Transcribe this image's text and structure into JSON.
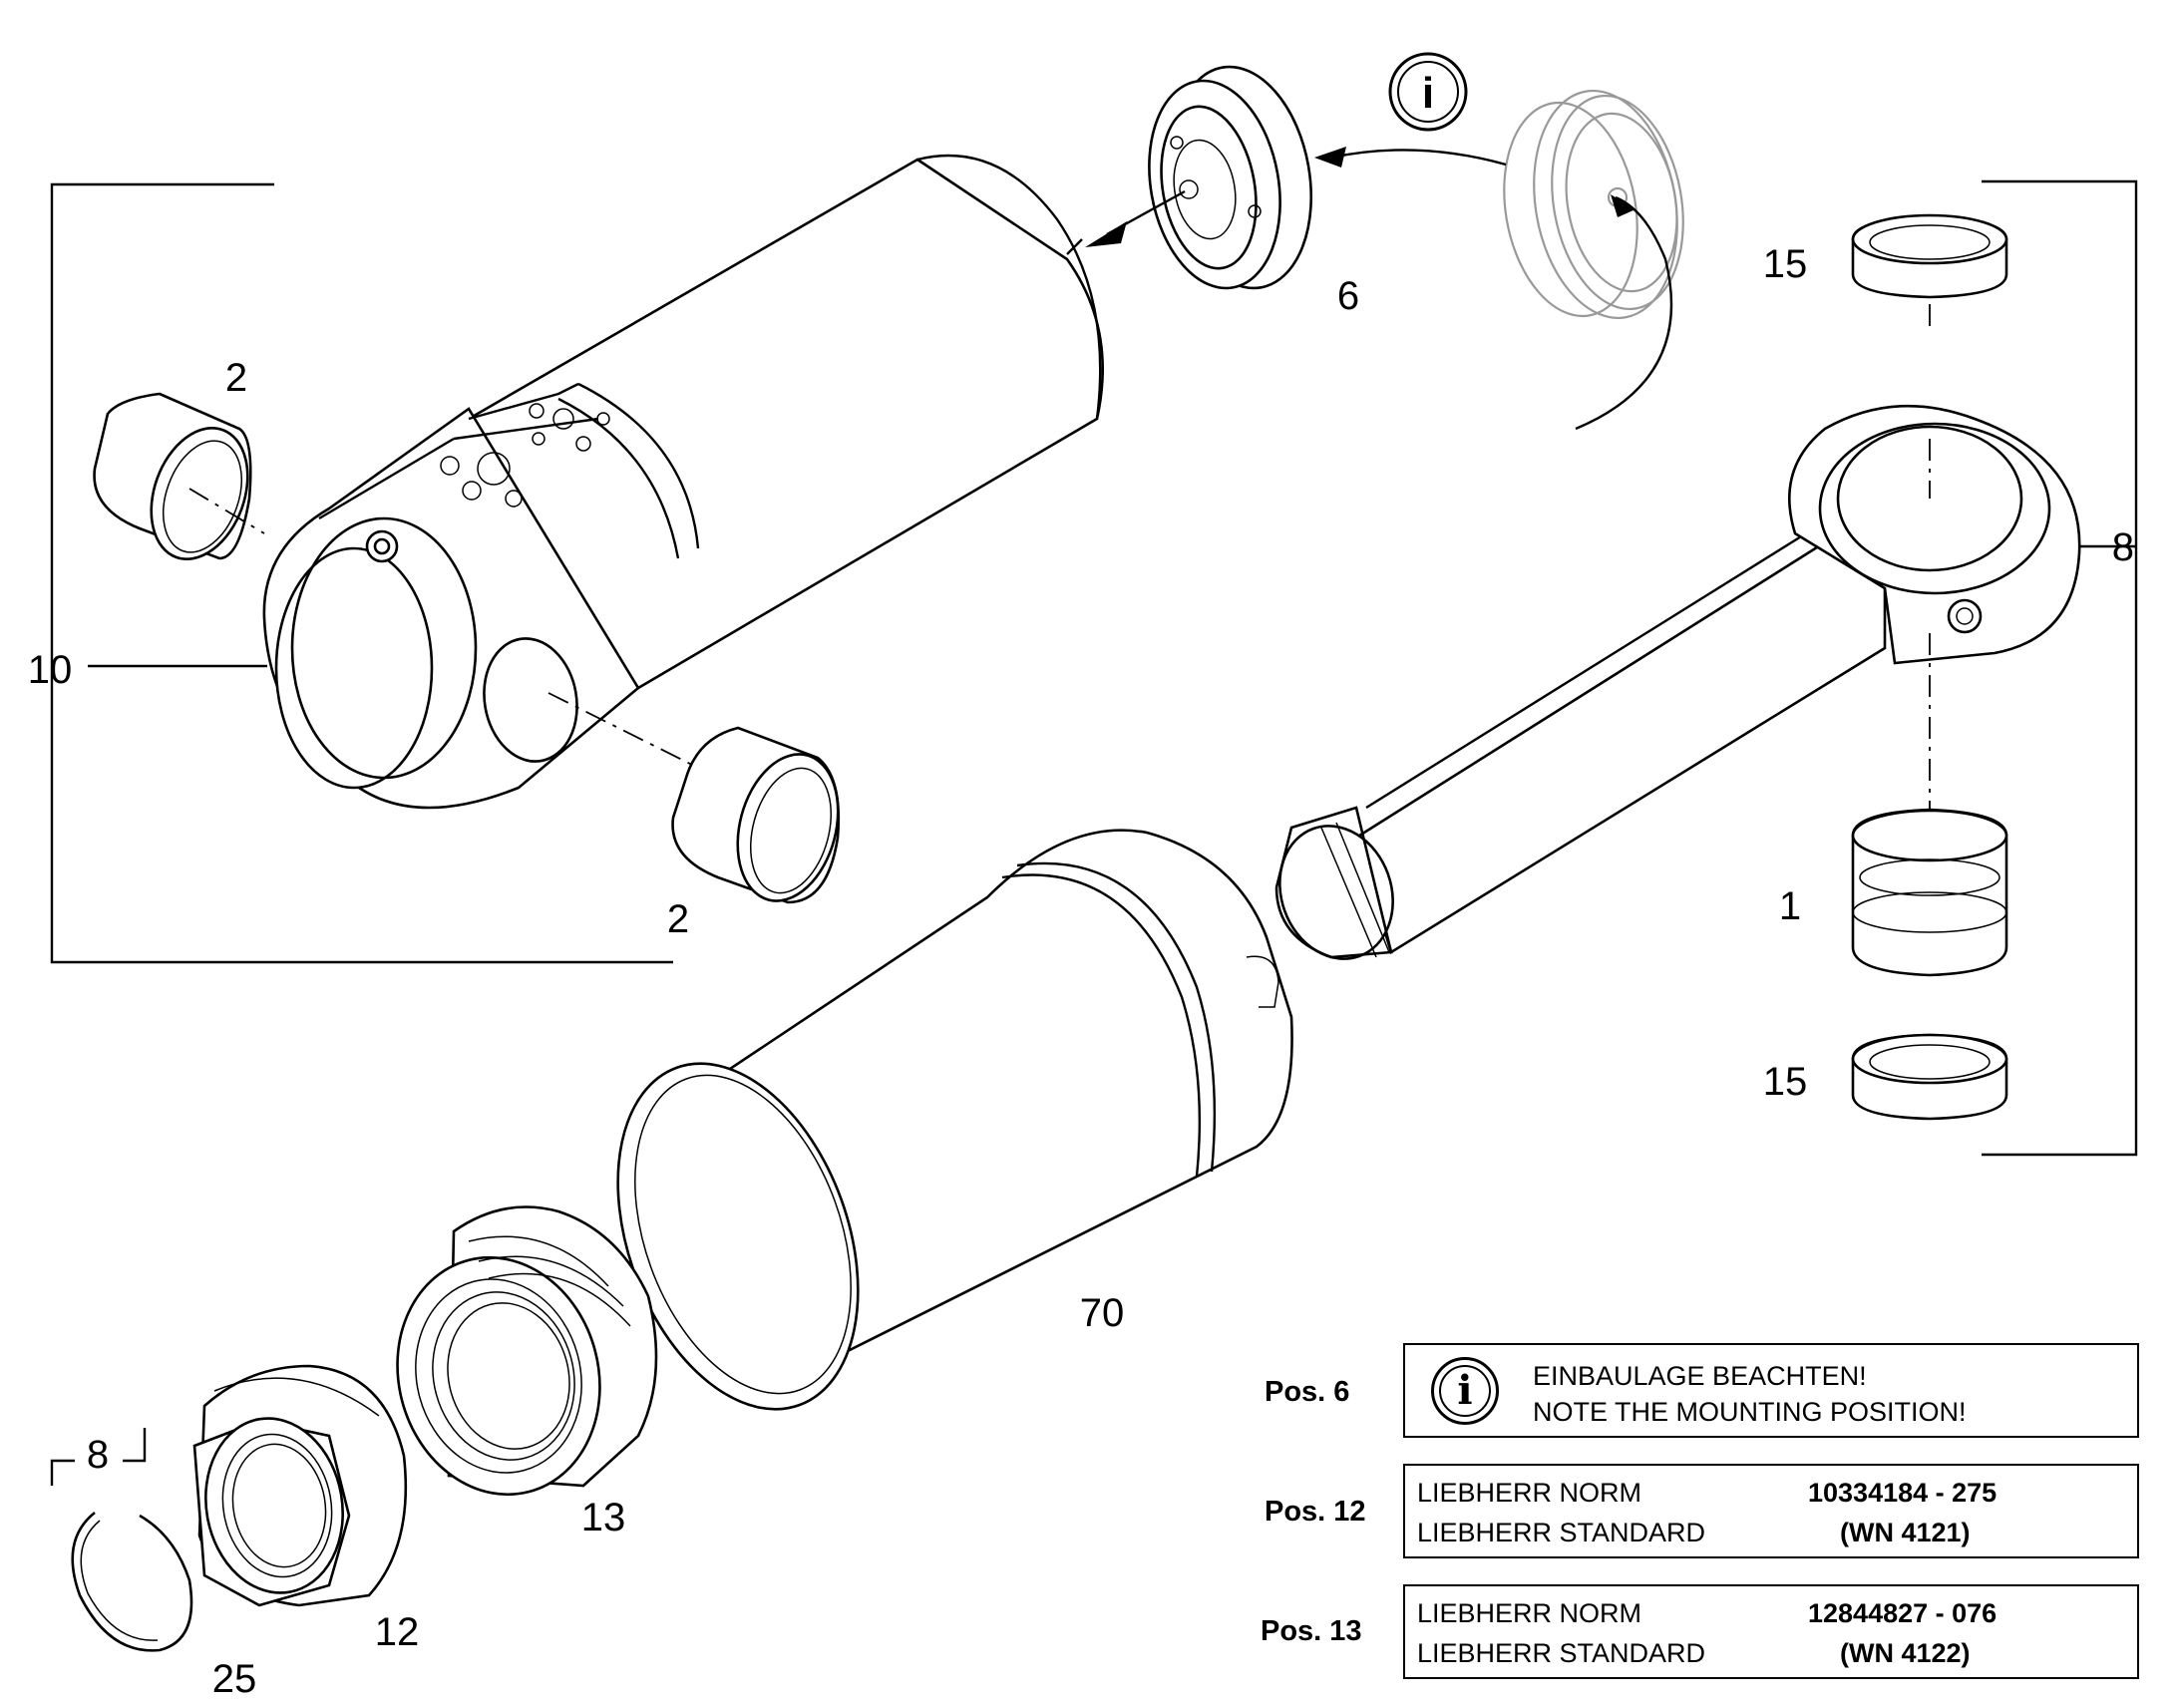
{
  "callouts": {
    "c15_top": "15",
    "c8_right": "8",
    "c1": "1",
    "c15_bottom": "15",
    "c6": "6",
    "c2_top": "2",
    "c10": "10",
    "c2_bottom": "2",
    "c70": "70",
    "c13": "13",
    "c12": "12",
    "c8_left": "8",
    "c25": "25"
  },
  "notes": [
    {
      "pos": "Pos. 6",
      "icon": "info-icon",
      "line1": "EINBAULAGE BEACHTEN!",
      "line2": "NOTE THE MOUNTING POSITION!"
    },
    {
      "pos": "Pos. 12",
      "line1": "LIEBHERR NORM",
      "line2": "LIEBHERR STANDARD",
      "num1": "10334184 - 275",
      "num2": "(WN 4121)"
    },
    {
      "pos": "Pos. 13",
      "line1": "LIEBHERR NORM",
      "line2": "LIEBHERR STANDARD",
      "num1": "12844827 - 076",
      "num2": "(WN 4122)"
    }
  ],
  "colors": {
    "line": "#000000",
    "ghost_part": "#999999",
    "background": "#ffffff"
  }
}
